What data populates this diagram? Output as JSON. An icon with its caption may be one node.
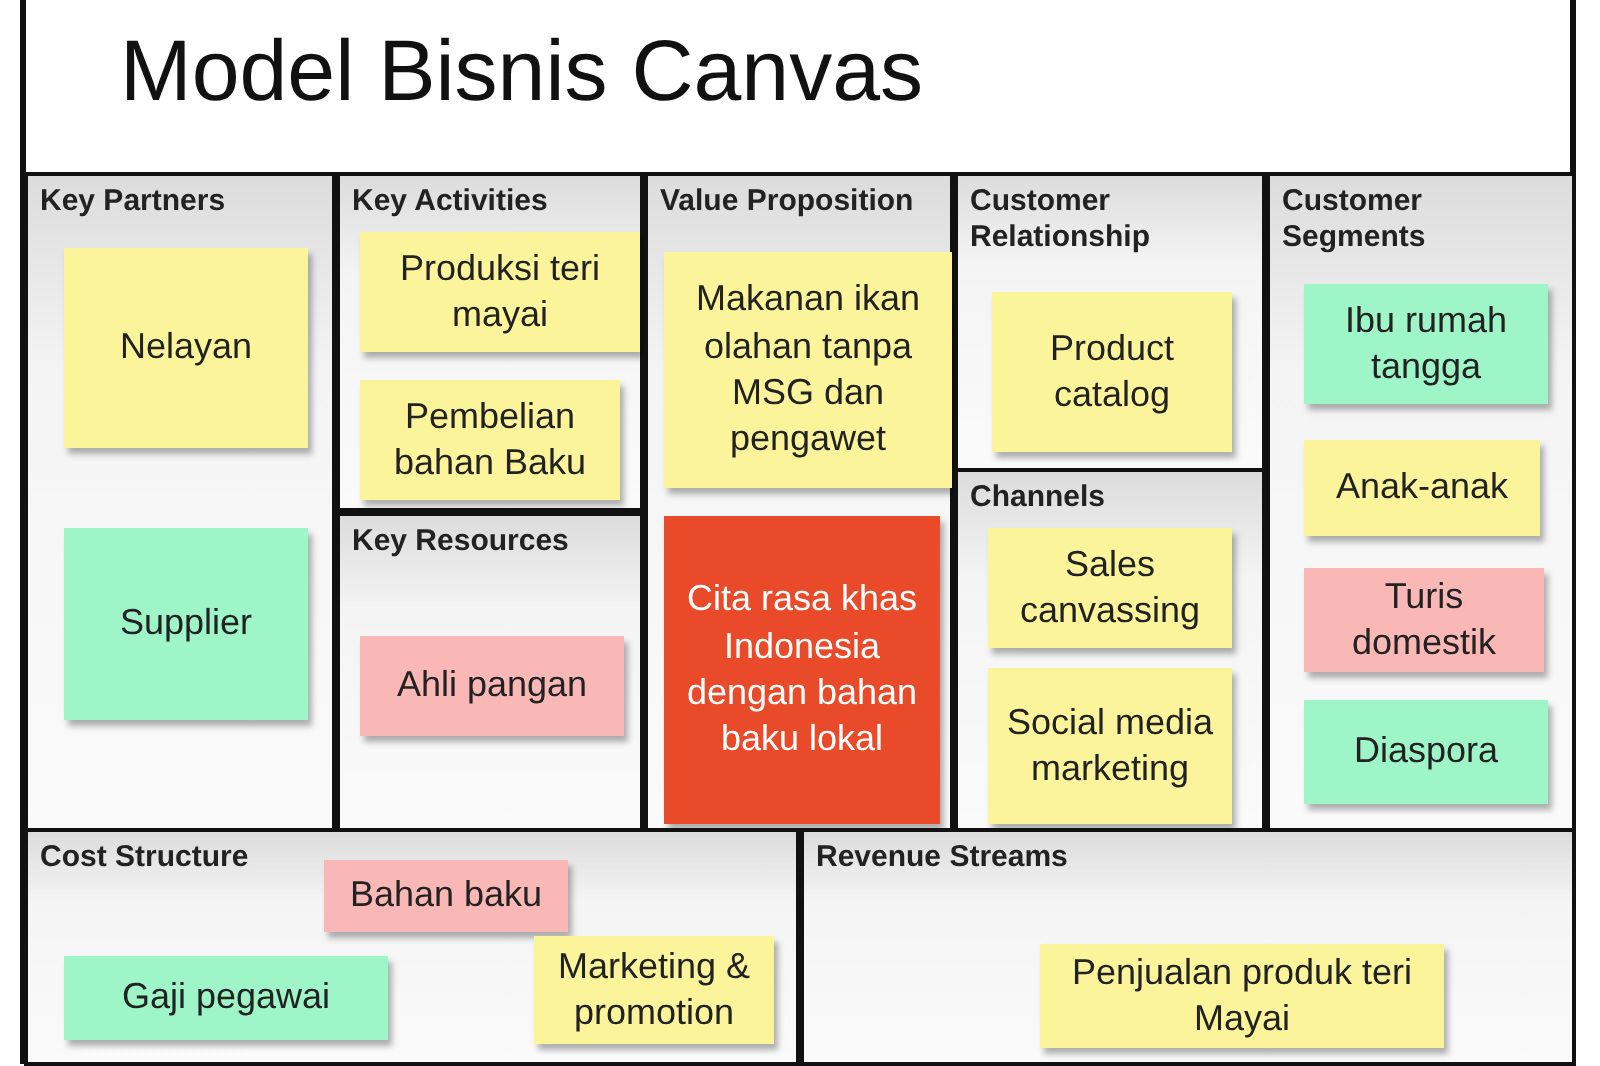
{
  "diagram": {
    "title": "Model Bisnis Canvas",
    "nodes": [
      {
        "text": [
          "Key Partners"
        ]
      },
      {
        "text": [
          "Nelayan"
        ],
        "in": 0
      },
      {
        "text": [
          "Supplier"
        ],
        "in": 0
      },
      {
        "text": [
          "Key Activities"
        ]
      },
      {
        "text": [
          "Produksi teri mayai"
        ],
        "in": 3
      },
      {
        "text": [
          "Pembelian bahan Baku"
        ],
        "in": 3
      },
      {
        "text": [
          "Key Resources"
        ]
      },
      {
        "text": [
          "Ahli pangan"
        ],
        "in": 6
      },
      {
        "text": [
          "Value Proposition"
        ]
      },
      {
        "text": [
          "Makanan ikan olahan tanpa MSG dan pengawet"
        ],
        "in": 8
      },
      {
        "text": [
          "Cita rasa khas Indonesia dengan bahan baku lokal"
        ],
        "in": 8
      },
      {
        "text": [
          "Customer Relationship"
        ]
      },
      {
        "text": [
          "Product catalog"
        ],
        "in": 11
      },
      {
        "text": [
          "Channels"
        ]
      },
      {
        "text": [
          "Sales canvassing"
        ],
        "in": 13
      },
      {
        "text": [
          "Social media marketing"
        ],
        "in": 13
      },
      {
        "text": [
          "Customer Segments"
        ]
      },
      {
        "text": [
          "Ibu rumah tangga"
        ],
        "in": 16
      },
      {
        "text": [
          "Anak-anak"
        ],
        "in": 16
      },
      {
        "text": [
          "Turis domestik"
        ],
        "in": 16
      },
      {
        "text": [
          "Diaspora"
        ],
        "in": 16
      },
      {
        "text": [
          "Cost Structure"
        ]
      },
      {
        "text": [
          "Bahan baku"
        ],
        "in": 21
      },
      {
        "text": [
          "Gaji pegawai"
        ],
        "in": 21
      },
      {
        "text": [
          "Marketing & promotion"
        ],
        "in": 21
      },
      {
        "text": [
          "Revenue Streams"
        ]
      },
      {
        "text": [
          "Penjualan produk teri Mayai"
        ],
        "in": 25
      }
    ]
  }
}
